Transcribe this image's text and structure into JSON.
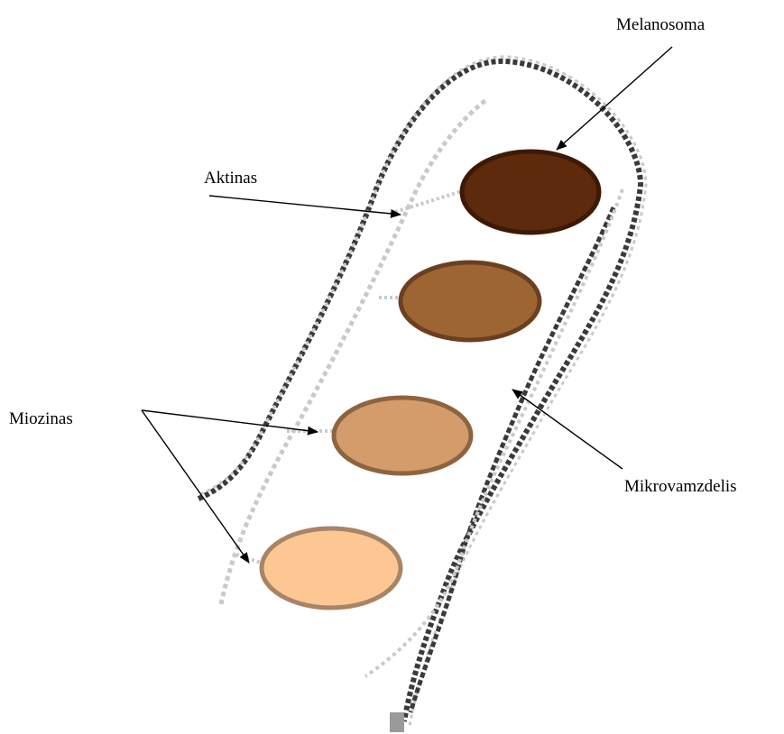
{
  "labels": {
    "melanosoma": "Melanosoma",
    "aktinas": "Aktinas",
    "miozinas": "Miozinas",
    "mikrovamzdelis": "Mikrovamzdelis"
  },
  "melanosome_colors": [
    "#5e2a0c",
    "#9d6532",
    "#d39c6a",
    "#fdc793"
  ],
  "melanosome_border_colors": [
    "#3d1a06",
    "#6b4020",
    "#8e6440",
    "#a88466"
  ],
  "filament_colors": {
    "dark": "#3a3a3a",
    "light": "#c9c9c9"
  }
}
